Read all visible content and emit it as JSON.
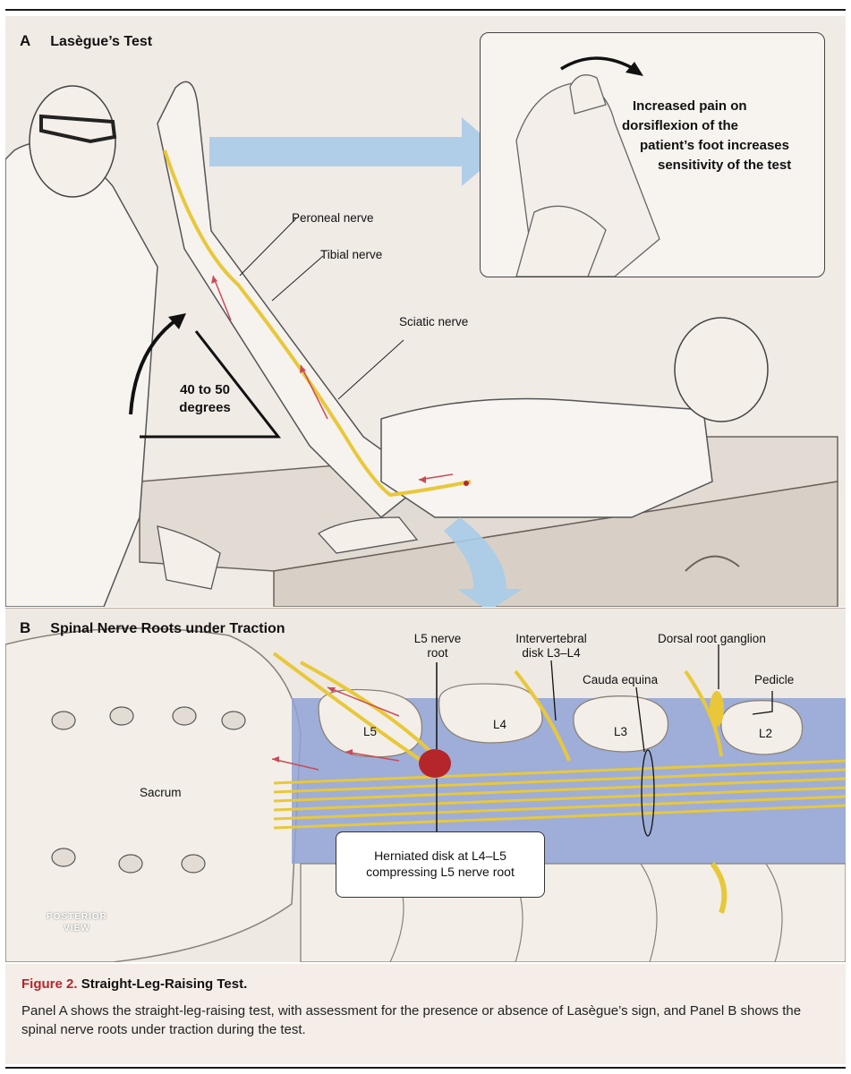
{
  "panelA": {
    "letter": "A",
    "title": "Lasègue’s Test",
    "labels": {
      "peroneal": "Peroneal nerve",
      "tibial": "Tibial nerve",
      "sciatic": "Sciatic nerve",
      "angle_line1": "40 to 50",
      "angle_line2": "degrees"
    },
    "inset_text": [
      "Increased pain on",
      "dorsiflexion of the",
      "patient’s foot increases",
      "sensitivity of the test"
    ]
  },
  "panelB": {
    "letter": "B",
    "title": "Spinal Nerve Roots under Traction",
    "labels": {
      "l5_root_1": "L5 nerve",
      "l5_root_2": "root",
      "disk_1": "Intervertebral",
      "disk_2": "disk L3–L4",
      "ganglion": "Dorsal root ganglion",
      "cauda": "Cauda equina",
      "pedicle": "Pedicle",
      "sacrum": "Sacrum",
      "v_l5": "L5",
      "v_l4": "L4",
      "v_l3": "L3",
      "v_l2": "L2",
      "herniated_1": "Herniated disk at L4–L5",
      "herniated_2": "compressing L5 nerve root",
      "posterior_1": "POSTERIOR",
      "posterior_2": "VIEW"
    }
  },
  "caption": {
    "figure_label": "Figure 2.",
    "figure_title": "Straight-Leg-Raising Test.",
    "body": "Panel A shows the straight-leg-raising test, with assessment for the presence or absence of Lasègue’s sign, and Panel B shows the spinal nerve roots under traction during the test."
  },
  "colors": {
    "accent_red": "#b5262b",
    "nerve_yellow": "#e8c83a",
    "disk_blue": "#8fa3d6",
    "arrow_blue": "#a9cbe8",
    "bone": "#f3efe8"
  }
}
